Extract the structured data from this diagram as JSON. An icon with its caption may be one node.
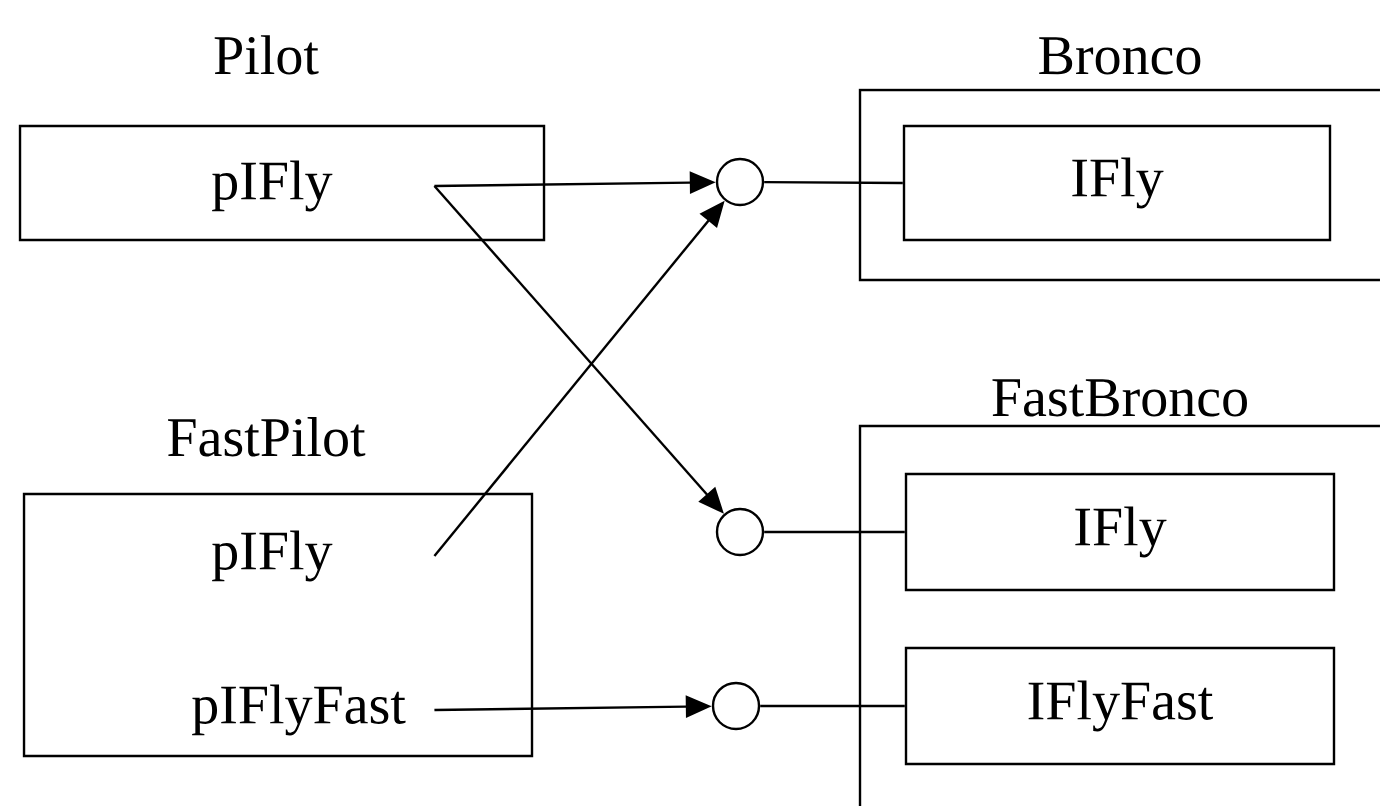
{
  "diagram": {
    "nodes": [
      {
        "text": [
          "Pilot"
        ]
      },
      {
        "text": [
          "pIFly"
        ],
        "in": 0
      },
      {
        "text": [
          "FastPilot"
        ]
      },
      {
        "text": [
          "pIFly"
        ],
        "in": 2
      },
      {
        "text": [
          "pIFlyFast"
        ],
        "in": 2
      },
      {
        "text": [
          "Bronco"
        ]
      },
      {
        "text": [
          "IFly"
        ],
        "in": 5
      },
      {
        "text": [
          "FastBronco"
        ]
      },
      {
        "text": [
          "IFly"
        ],
        "in": 7
      },
      {
        "text": [
          "IFlyFast"
        ],
        "in": 7
      },
      {
        "text": [],
        "shape": "circle"
      },
      {
        "text": [],
        "shape": "circle"
      },
      {
        "text": [],
        "shape": "circle"
      }
    ],
    "edges": [
      {
        "from": 1,
        "to": 10,
        "arrow": "to"
      },
      {
        "from": 3,
        "to": 10,
        "arrow": "to"
      },
      {
        "from": 1,
        "to": 11,
        "arrow": "to"
      },
      {
        "from": 4,
        "to": 12,
        "arrow": "to"
      },
      {
        "from": 10,
        "to": 6,
        "arrow": "none"
      },
      {
        "from": 11,
        "to": 8,
        "arrow": "none"
      },
      {
        "from": 12,
        "to": 9,
        "arrow": "none"
      }
    ]
  }
}
